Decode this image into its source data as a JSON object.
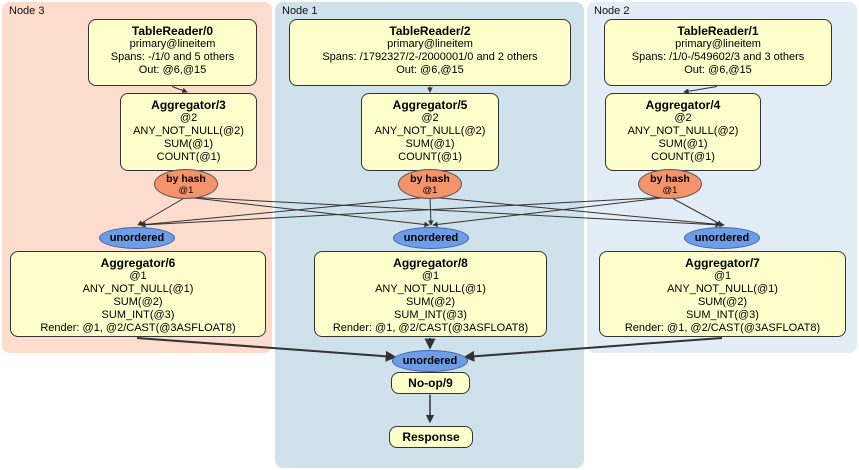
{
  "colors": {
    "node3_bg": "#fbdccd",
    "node1_bg": "#cfe1ea",
    "node2_bg": "#e3edf5",
    "box_bg": "#ffffcc",
    "router_bg": "#f5936b",
    "stream_bg": "#6d9de6",
    "edge": "#333333"
  },
  "nodes": [
    {
      "label": "Node 3",
      "reader": {
        "title": "TableReader/0",
        "lines": [
          "primary@lineitem",
          "Spans: -/1/0 and 5 others",
          "Out: @6,@15"
        ]
      },
      "agg_top": {
        "title": "Aggregator/3",
        "lines": [
          "@2",
          "ANY_NOT_NULL(@2)",
          "SUM(@1)",
          "COUNT(@1)"
        ]
      },
      "router": {
        "label": "by hash",
        "sub": "@1"
      },
      "stream_label": "unordered",
      "agg_bottom": {
        "title": "Aggregator/6",
        "lines": [
          "@1",
          "ANY_NOT_NULL(@1)",
          "SUM(@2)",
          "SUM_INT(@3)",
          "Render: @1, @2/CAST(@3ASFLOAT8)"
        ]
      }
    },
    {
      "label": "Node 1",
      "reader": {
        "title": "TableReader/2",
        "lines": [
          "primary@lineitem",
          "Spans: /1792327/2-/2000001/0 and 2 others",
          "Out: @6,@15"
        ]
      },
      "agg_top": {
        "title": "Aggregator/5",
        "lines": [
          "@2",
          "ANY_NOT_NULL(@2)",
          "SUM(@1)",
          "COUNT(@1)"
        ]
      },
      "router": {
        "label": "by hash",
        "sub": "@1"
      },
      "stream_label": "unordered",
      "agg_bottom": {
        "title": "Aggregator/8",
        "lines": [
          "@1",
          "ANY_NOT_NULL(@1)",
          "SUM(@2)",
          "SUM_INT(@3)",
          "Render: @1, @2/CAST(@3ASFLOAT8)"
        ]
      }
    },
    {
      "label": "Node 2",
      "reader": {
        "title": "TableReader/1",
        "lines": [
          "primary@lineitem",
          "Spans: /1/0-/549602/3 and 3 others",
          "Out: @6,@15"
        ]
      },
      "agg_top": {
        "title": "Aggregator/4",
        "lines": [
          "@2",
          "ANY_NOT_NULL(@2)",
          "SUM(@1)",
          "COUNT(@1)"
        ]
      },
      "router": {
        "label": "by hash",
        "sub": "@1"
      },
      "stream_label": "unordered",
      "agg_bottom": {
        "title": "Aggregator/7",
        "lines": [
          "@1",
          "ANY_NOT_NULL(@1)",
          "SUM(@2)",
          "SUM_INT(@3)",
          "Render: @1, @2/CAST(@3ASFLOAT8)"
        ]
      }
    }
  ],
  "final": {
    "stream_label": "unordered",
    "noop_title": "No-op/9",
    "response_title": "Response"
  }
}
